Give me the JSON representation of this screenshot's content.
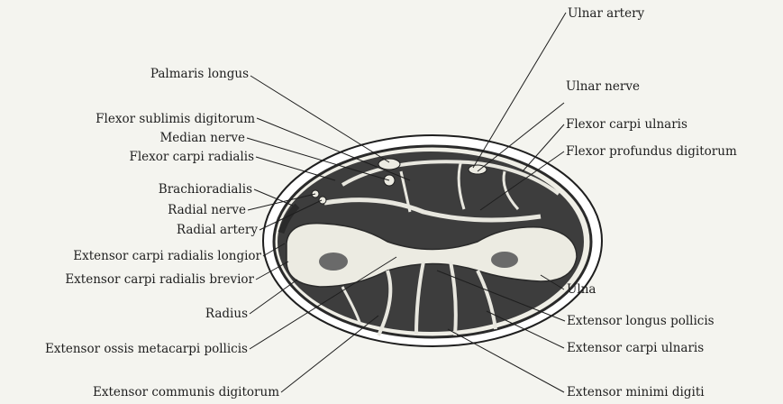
{
  "figure": {
    "colors": {
      "background": "#f4f4ef",
      "ink": "#1e1e1e",
      "muscle": "#3d3d3d",
      "bone": "#ecebe2"
    },
    "labels": {
      "palmaris_longus": "Palmaris longus",
      "flexor_sublimis_digitorum": "Flexor sublimis digitorum",
      "median_nerve": "Median nerve",
      "flexor_carpi_radialis": "Flexor carpi radialis",
      "brachioradialis": "Brachioradialis",
      "radial_nerve": "Radial nerve",
      "radial_artery": "Radial artery",
      "ext_carpi_rad_longior": "Extensor carpi radialis longior",
      "ext_carpi_rad_brevior": "Extensor carpi radialis brevior",
      "radius": "Radius",
      "ext_ossis_metacarpi": "Extensor ossis metacarpi pollicis",
      "ext_communis_digitorum": "Extensor communis digitorum",
      "ulnar_artery": "Ulnar artery",
      "ulnar_nerve": "Ulnar nerve",
      "flexor_carpi_ulnaris": "Flexor carpi ulnaris",
      "flexor_profundus_digitorum": "Flexor profundus digitorum",
      "ulna": "Ulna",
      "ext_longus_pollicis": "Extensor longus pollicis",
      "ext_carpi_ulnaris": "Extensor carpi ulnaris",
      "ext_minimi_digiti": "Extensor minimi digiti"
    }
  }
}
